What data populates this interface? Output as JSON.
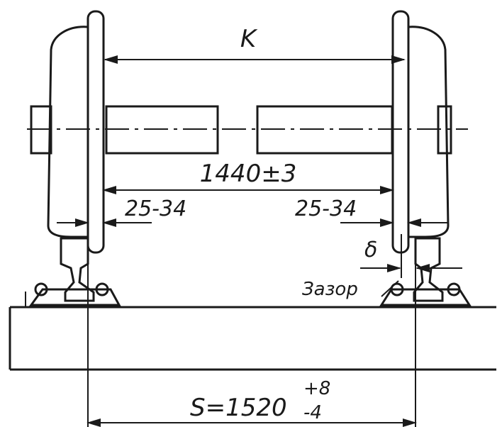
{
  "labels": {
    "k": "K",
    "inner_distance": "1440±3",
    "flange_left": "25-34",
    "flange_right": "25-34",
    "delta": "δ",
    "gap": "Зазор",
    "gauge_prefix": "S=1520",
    "gauge_tol_plus": "+8",
    "gauge_tol_minus": "-4"
  }
}
